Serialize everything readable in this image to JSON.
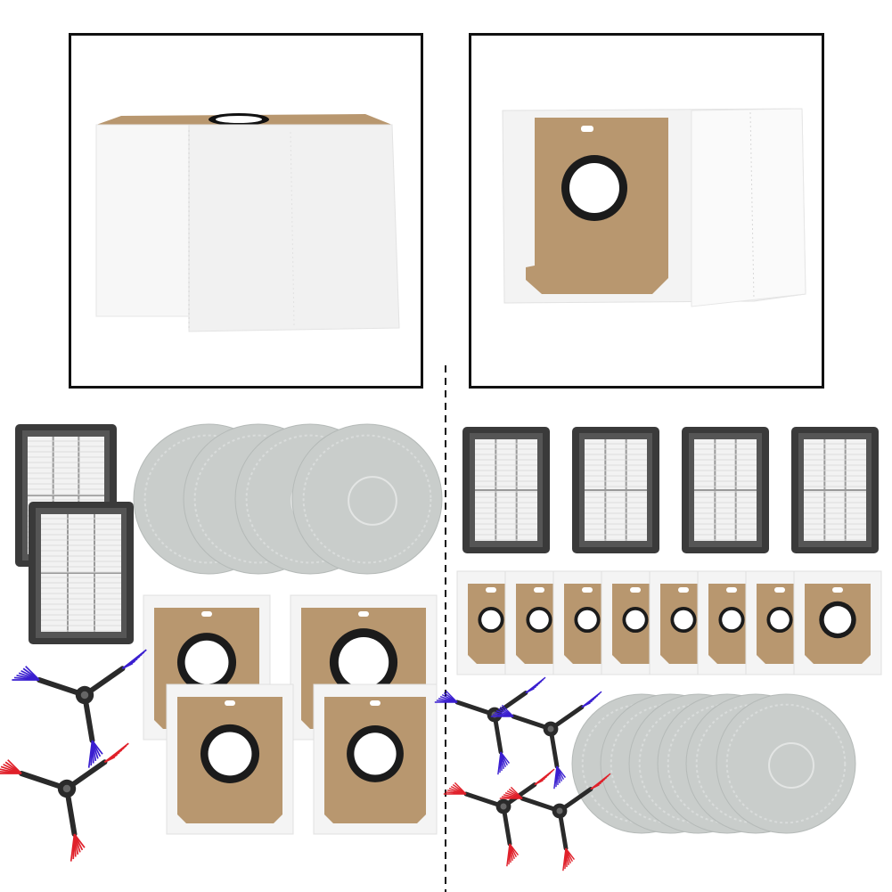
{
  "colors": {
    "frame_border": "#111111",
    "bag_fleece": "#f4f4f4",
    "bag_cardboard": "#b8976f",
    "bag_seal_ring": "#1b1b1b",
    "filter_frame": "#3a3a3a",
    "filter_pleat": "#f2f2f2",
    "mop_pad": "#c9cdcb",
    "brush_blue": "#3a1fd0",
    "brush_red": "#e0202a",
    "brush_hub": "#2a2a2a",
    "divider": "#111111"
  },
  "icons": {
    "left_panel": [
      "air-filter-icon",
      "mop-pad-icon",
      "dust-bag-icon",
      "side-brush-icon"
    ],
    "right_panel": [
      "air-filter-icon",
      "dust-bag-icon",
      "mop-pad-icon",
      "side-brush-icon"
    ]
  },
  "kit_contents": {
    "left": {
      "filters": 2,
      "mop_pads": 4,
      "dust_bags": 4,
      "side_brushes": 2
    },
    "right": {
      "filters": 4,
      "dust_bags": 8,
      "mop_pads": 6,
      "side_brushes": 4
    }
  }
}
